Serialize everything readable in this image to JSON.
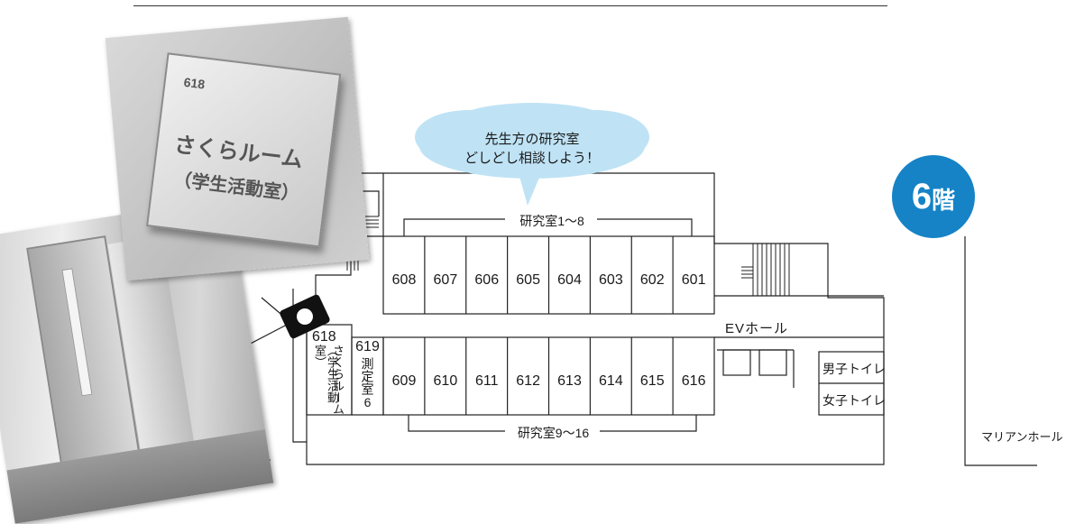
{
  "floor_badge": {
    "number": "6",
    "suffix": "階",
    "color": "#1583c6"
  },
  "speech_bubble": {
    "line1": "先生方の研究室",
    "line2": "どしどし相談しよう！",
    "color": "#bfe3f5"
  },
  "bracket_top": {
    "label": "研究室1～8"
  },
  "bracket_bottom": {
    "label": "研究室9～16"
  },
  "rooms_top": [
    "608",
    "607",
    "606",
    "605",
    "604",
    "603",
    "602",
    "601"
  ],
  "rooms_bottom": [
    "609",
    "610",
    "611",
    "612",
    "613",
    "614",
    "615",
    "616"
  ],
  "room_618": {
    "number": "618",
    "name_vertical": "さくらルーム",
    "note_vertical": "（学生活動室）"
  },
  "room_619": {
    "number": "619",
    "name_vertical": "測定室",
    "suffix": "6"
  },
  "ev_hall": "EVホール",
  "toilet_men": "男子トイレ",
  "toilet_women": "女子トイレ",
  "marian_hall": "マリアンホール",
  "sign_photo": {
    "number": "618",
    "line1": "さくらルーム",
    "line2": "（学生活動室）"
  }
}
